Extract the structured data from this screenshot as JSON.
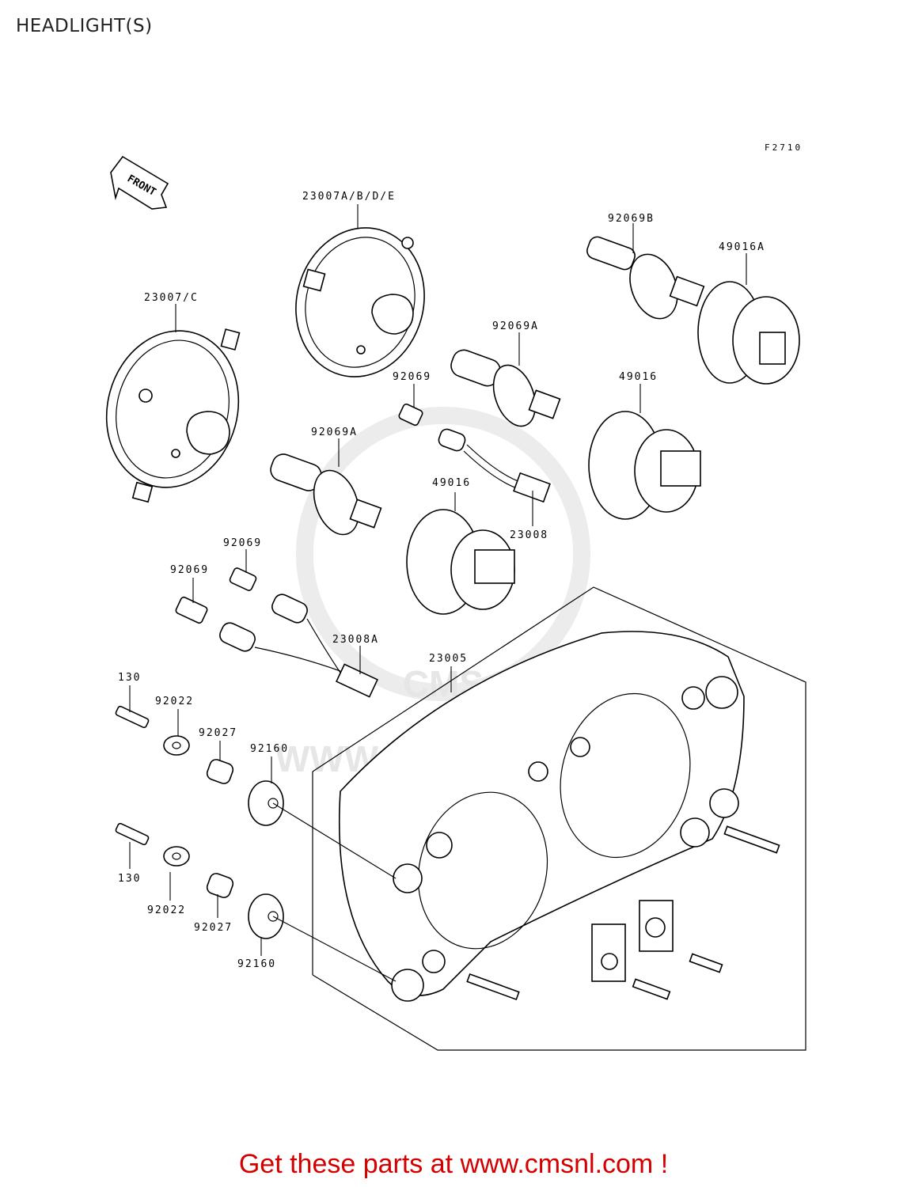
{
  "title": "HEADLIGHT(S)",
  "figure_code": "F2710",
  "front_arrow_label": "FRONT",
  "watermark": {
    "text": "WWW.CMSNL.COM",
    "logo_text": "CMS"
  },
  "footer_text": "Get these parts at www.cmsnl.com !",
  "colors": {
    "line": "#000000",
    "footer": "#d40000",
    "watermark": "#e6e6e6"
  },
  "parts": [
    {
      "id": "p1",
      "number": "23007A/B/D/E"
    },
    {
      "id": "p2",
      "number": "23007/C"
    },
    {
      "id": "p3",
      "number": "92069B"
    },
    {
      "id": "p4",
      "number": "49016A"
    },
    {
      "id": "p5",
      "number": "92069A"
    },
    {
      "id": "p6",
      "number": "92069"
    },
    {
      "id": "p7",
      "number": "49016"
    },
    {
      "id": "p8",
      "number": "92069A"
    },
    {
      "id": "p9",
      "number": "49016"
    },
    {
      "id": "p10",
      "number": "23008"
    },
    {
      "id": "p11",
      "number": "92069"
    },
    {
      "id": "p12",
      "number": "92069"
    },
    {
      "id": "p13",
      "number": "23008A"
    },
    {
      "id": "p14",
      "number": "23005"
    },
    {
      "id": "p15",
      "number": "130"
    },
    {
      "id": "p16",
      "number": "92022"
    },
    {
      "id": "p17",
      "number": "92027"
    },
    {
      "id": "p18",
      "number": "92160"
    },
    {
      "id": "p19",
      "number": "130"
    },
    {
      "id": "p20",
      "number": "92022"
    },
    {
      "id": "p21",
      "number": "92027"
    },
    {
      "id": "p22",
      "number": "92160"
    }
  ]
}
